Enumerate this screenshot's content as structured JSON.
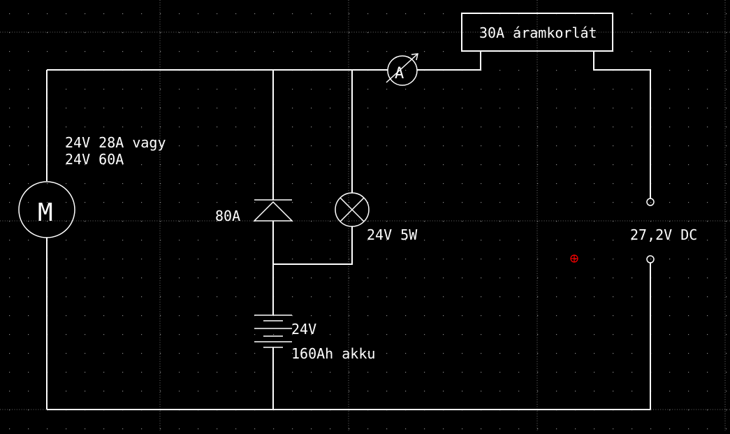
{
  "diagram": {
    "background_color": "#000000",
    "wire_color": "#ffffff",
    "grid_color": "#8a8a8a",
    "cursor_color": "#ff0000",
    "labels": {
      "current_limiter": "30A áramkorlát",
      "motor_symbol": "M",
      "motor_rating_line1": "24V 28A vagy",
      "motor_rating_line2": "24V 60A",
      "ammeter_symbol": "A",
      "diode_rating": "80A",
      "lamp_rating": "24V  5W",
      "battery_voltage": "24V",
      "battery_capacity": "160Ah akku",
      "supply_voltage": "27,2V  DC"
    },
    "components": [
      {
        "type": "motor",
        "icon": "motor-icon"
      },
      {
        "type": "ammeter",
        "icon": "ammeter-icon"
      },
      {
        "type": "current-limiter-box",
        "icon": "box"
      },
      {
        "type": "diode",
        "icon": "diode-icon"
      },
      {
        "type": "lamp",
        "icon": "lamp-icon"
      },
      {
        "type": "battery",
        "icon": "battery-icon"
      },
      {
        "type": "terminal",
        "icon": "terminal-icon"
      },
      {
        "type": "terminal",
        "icon": "terminal-icon"
      }
    ]
  }
}
